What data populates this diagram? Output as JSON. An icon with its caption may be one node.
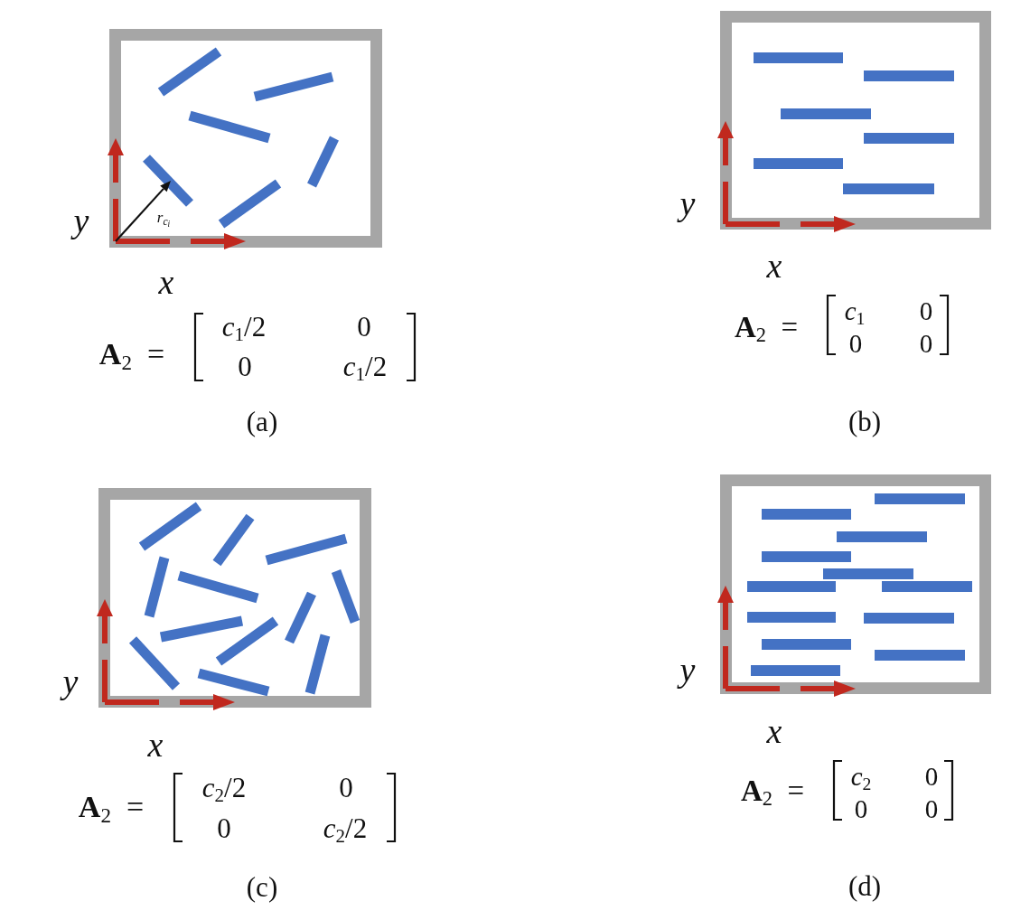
{
  "diagram": {
    "labels": [
      "y",
      "r$_{c}$$_{i}$",
      "x",
      "**A**$_{2}$ =",
      "*c*$_{1}$/2",
      "0",
      "0",
      "*c*$_{1}$/2",
      "(a)",
      "y",
      "x",
      "**A**$_{2}$ =",
      "*c*$_{1}$",
      "0",
      "0",
      "0",
      "(b)",
      "y",
      "x",
      "**A**$_{2}$ =",
      "*c*$_{2}$/2",
      "0",
      "0",
      "*c*$_{2}$/2",
      "(c)",
      "y",
      "x",
      "**A**$_{2}$ =",
      "*c*$_{2}$",
      "0",
      "0",
      "0",
      "(d)"
    ]
  }
}
